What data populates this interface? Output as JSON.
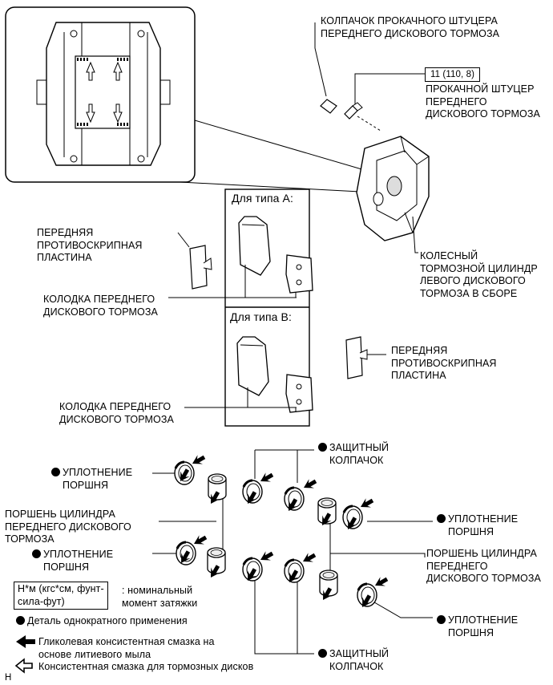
{
  "labels": {
    "bleeder_cap": "КОЛПАЧОК ПРОКАЧНОГО ШТУЦЕРА\nПЕРЕДНЕГО ДИСКОВОГО ТОРМОЗА",
    "torque_value": "11 (110, 8)",
    "bleeder_plug": "ПРОКАЧНОЙ ШТУЦЕР\nПЕРЕДНЕГО\nДИСКОВОГО ТОРМОЗА",
    "anti_squeal_left": "ПЕРЕДНЯЯ\nПРОТИВОСКРИПНАЯ\nПЛАСТИНА",
    "type_a": "Для типа A:",
    "type_b": "Для типа B:",
    "caliper_assembly": "КОЛЕСНЫЙ\nТОРМОЗНОЙ ЦИЛИНДР\nЛЕВОГО ДИСКОВОГО\nТОРМОЗА В СБОРЕ",
    "pad_a": "КОЛОДКА ПЕРЕДНЕГО\nДИСКОВОГО ТОРМОЗА",
    "anti_squeal_right": "ПЕРЕДНЯЯ\nПРОТИВОСКРИПНАЯ\nПЛАСТИНА",
    "pad_b": "КОЛОДКА ПЕРЕДНЕГО\nДИСКОВОГО ТОРМОЗА",
    "dust_boot_top": "ЗАЩИТНЫЙ\nКОЛПАЧОК",
    "piston_seal_tl": "УПЛОТНЕНИЕ\nПОРШНЯ",
    "piston_left": "ПОРШЕНЬ ЦИЛИНДРА\nПЕРЕДНЕГО ДИСКОВОГО\nТОРМОЗА",
    "piston_seal_ml": "УПЛОТНЕНИЕ\nПОРШНЯ",
    "piston_seal_tr": "УПЛОТНЕНИЕ\nПОРШНЯ",
    "piston_right": "ПОРШЕНЬ ЦИЛИНДРА\nПЕРЕДНЕГО\nДИСКОВОГО ТОРМОЗА",
    "piston_seal_br": "УПЛОТНЕНИЕ\nПОРШНЯ",
    "dust_boot_bottom": "ЗАЩИТНЫЙ\nКОЛПАЧОК"
  },
  "legend": {
    "torque_unit": "Н*м (кгс*см, фунт-\nсила-фут)",
    "torque_desc": ": номинальный\nмомент затяжки",
    "non_reusable": "Деталь однократного применения",
    "grease_black": "Гликолевая консистентная смазка на\nосновe литиевого мыла",
    "grease_white": "Консистентная смазка для тормозных дисков"
  },
  "corner_mark": "H"
}
